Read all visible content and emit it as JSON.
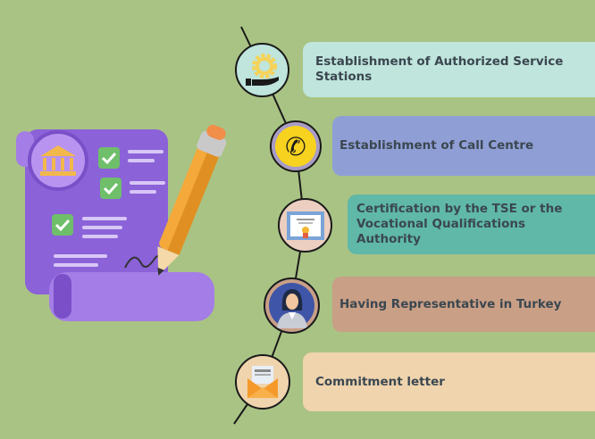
{
  "steps": [
    {
      "label": "Establishment of Authorized Service Stations",
      "icon": "gear-hand-icon",
      "color": "#bfe5dc"
    },
    {
      "label": "Establishment of Call Centre",
      "icon": "phone-icon",
      "color": "#8f9fd6"
    },
    {
      "label": "Certification by the TSE or the Vocational Qualifications Authority",
      "icon": "certificate-icon",
      "color": "#5fb8a8"
    },
    {
      "label": "Having Representative in Turkey",
      "icon": "representative-icon",
      "color": "#c99f86"
    },
    {
      "label": "Commitment letter",
      "icon": "envelope-icon",
      "color": "#efd4ae"
    }
  ]
}
